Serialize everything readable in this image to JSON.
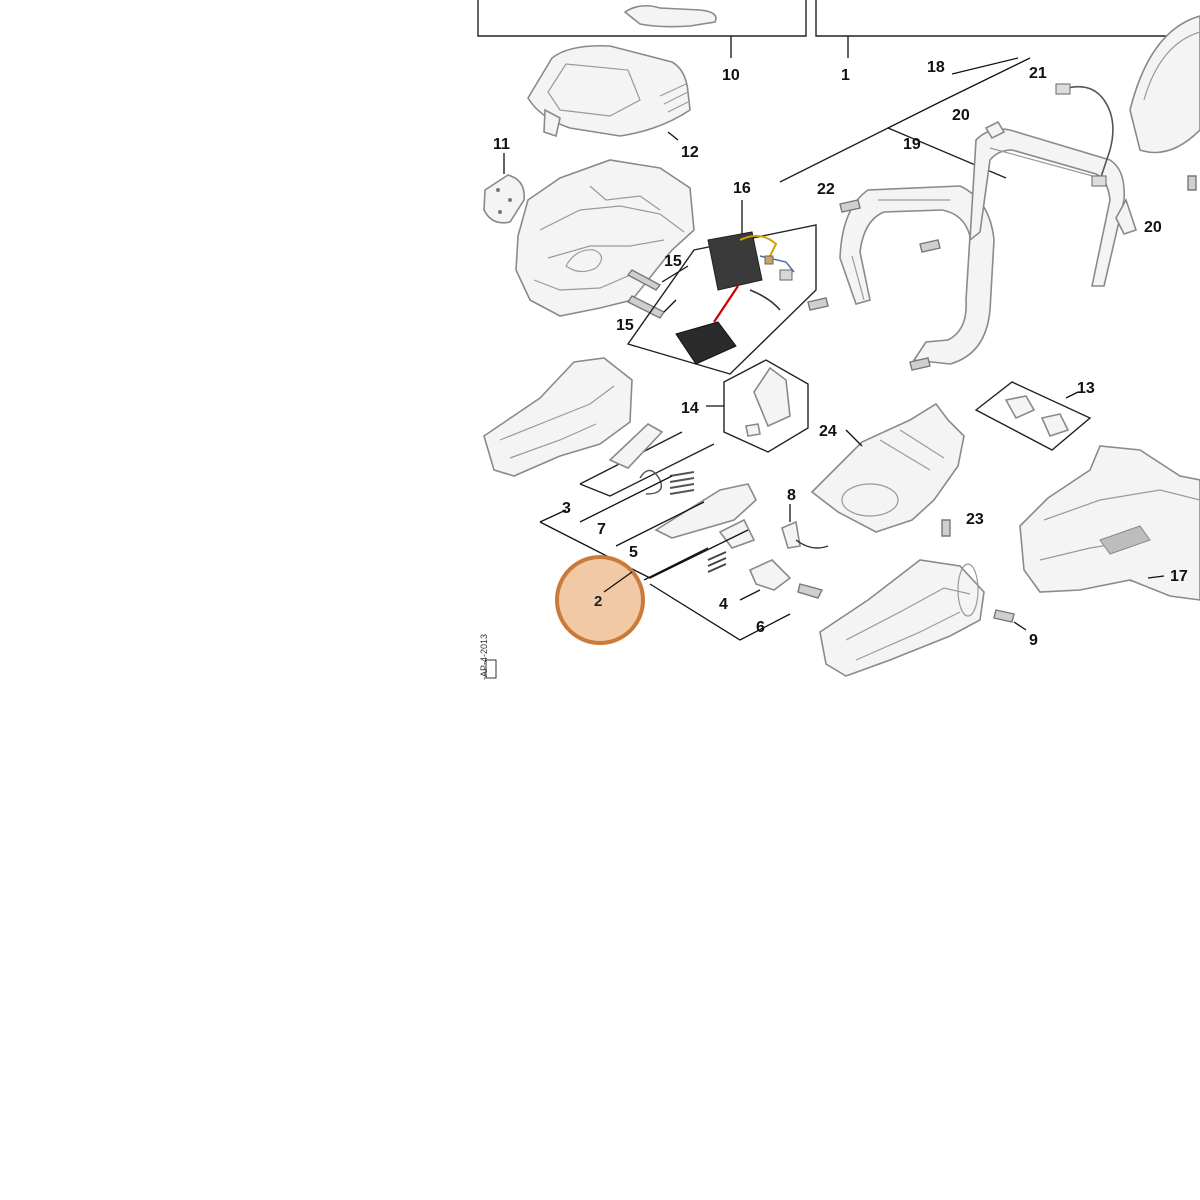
{
  "diagram": {
    "callouts": {
      "c1": "1",
      "c2": "2",
      "c3": "3",
      "c4": "4",
      "c5": "5",
      "c6": "6",
      "c7": "7",
      "c8": "8",
      "c9": "9",
      "c10": "10",
      "c11": "11",
      "c12": "12",
      "c13": "13",
      "c14": "14",
      "c15a": "15",
      "c15b": "15",
      "c16": "16",
      "c17": "17",
      "c18": "18",
      "c19": "19",
      "c20a": "20",
      "c20b": "20",
      "c21": "21",
      "c22": "22",
      "c23": "23",
      "c24": "24"
    },
    "drawing_code": "-AP-4-2013",
    "highlight": {
      "label": "2",
      "fill": "#f1c9a4",
      "stroke": "#cc7a3a"
    }
  }
}
